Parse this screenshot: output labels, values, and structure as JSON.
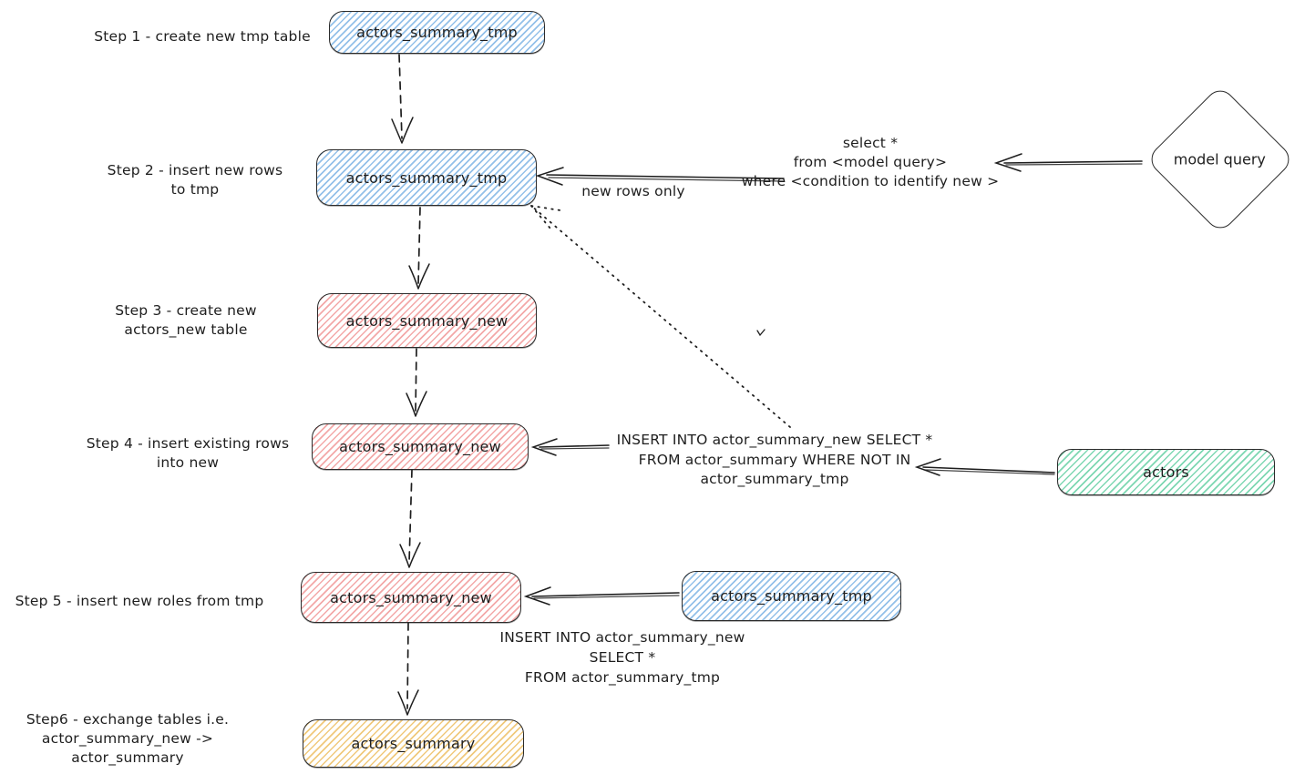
{
  "colors": {
    "stroke": "#1e1e1e",
    "blue_hatch": "#93c0e9",
    "red_hatch": "#f3a8a8",
    "green_hatch": "#7dd7b2",
    "yellow_hatch": "#f0c97c",
    "background": "#ffffff"
  },
  "steps": [
    {
      "label_lines": [
        "Step 1 - create new tmp table",
        ""
      ],
      "node": "actors_summary_tmp",
      "node_color": "blue"
    },
    {
      "label_lines": [
        "Step 2 - insert new rows",
        "to tmp"
      ],
      "node": "actors_summary_tmp",
      "node_color": "blue"
    },
    {
      "label_lines": [
        "Step 3 - create new",
        "actors_new table"
      ],
      "node": "actors_summary_new",
      "node_color": "red"
    },
    {
      "label_lines": [
        "Step 4 - insert existing rows",
        "into new"
      ],
      "node": "actors_summary_new",
      "node_color": "red"
    },
    {
      "label_lines": [
        "Step 5 - insert new roles from tmp",
        ""
      ],
      "node": "actors_summary_new",
      "node_color": "red"
    },
    {
      "label_lines": [
        "Step6 - exchange tables i.e.",
        "actor_summary_new -> actor_summary"
      ],
      "node": "actors_summary",
      "node_color": "yellow"
    }
  ],
  "side_nodes": {
    "model_query": "model query",
    "actors": "actors",
    "tmp_source": "actors_summary_tmp"
  },
  "annotations": {
    "new_rows_only": "new rows only",
    "select_query": [
      "select *",
      "from <model query>",
      "where <condition to identify new >"
    ],
    "insert_existing": [
      "INSERT INTO actor_summary_new SELECT *",
      "FROM actor_summary WHERE NOT IN",
      "actor_summary_tmp"
    ],
    "insert_from_tmp": [
      "INSERT INTO actor_summary_new",
      "SELECT *",
      "FROM actor_summary_tmp"
    ]
  }
}
